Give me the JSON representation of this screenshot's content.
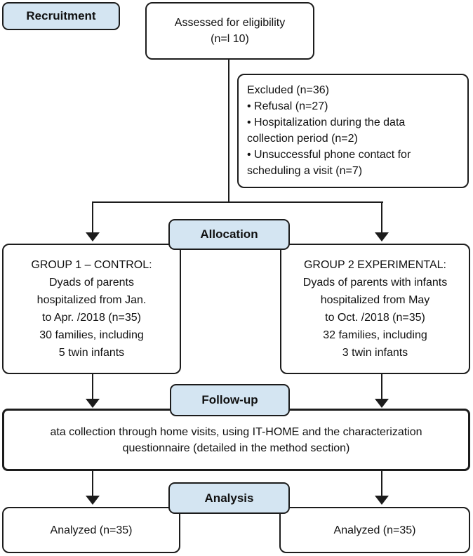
{
  "colors": {
    "stage_fill": "#d4e5f2",
    "border": "#1c1c1c",
    "box_fill": "#ffffff",
    "text": "#111111"
  },
  "stages": {
    "recruitment": "Recruitment",
    "allocation": "Allocation",
    "followup": "Follow-up",
    "analysis": "Analysis"
  },
  "boxes": {
    "assessed": {
      "lines": [
        "Assessed for eligibility",
        "(n=l 10)"
      ]
    },
    "excluded": {
      "lines": [
        "Excluded (n=36)",
        "• Refusal (n=27)",
        "• Hospitalization during the data",
        "collection period (n=2)",
        "• Unsuccessful phone contact for",
        "scheduling a visit (n=7)"
      ]
    },
    "group1": {
      "lines": [
        "GROUP 1 – CONTROL:",
        "Dyads of parents",
        "hospitalized from Jan.",
        "to Apr. /2018 (n=35)",
        "30 families, including",
        "5 twin infants"
      ]
    },
    "group2": {
      "lines": [
        "GROUP 2 EXPERIMENTAL:",
        "Dyads of parents with infants",
        "hospitalized from May",
        "to Oct. /2018 (n=35)",
        "32 families, including",
        "3 twin infants"
      ]
    },
    "followup_note": {
      "lines": [
        "ata collection through home visits, using IT-HOME and the characterization",
        "questionnaire (detailed in the method section)"
      ]
    },
    "analyzed_left": "Analyzed (n=35)",
    "analyzed_right": "Analyzed (n=35)"
  }
}
